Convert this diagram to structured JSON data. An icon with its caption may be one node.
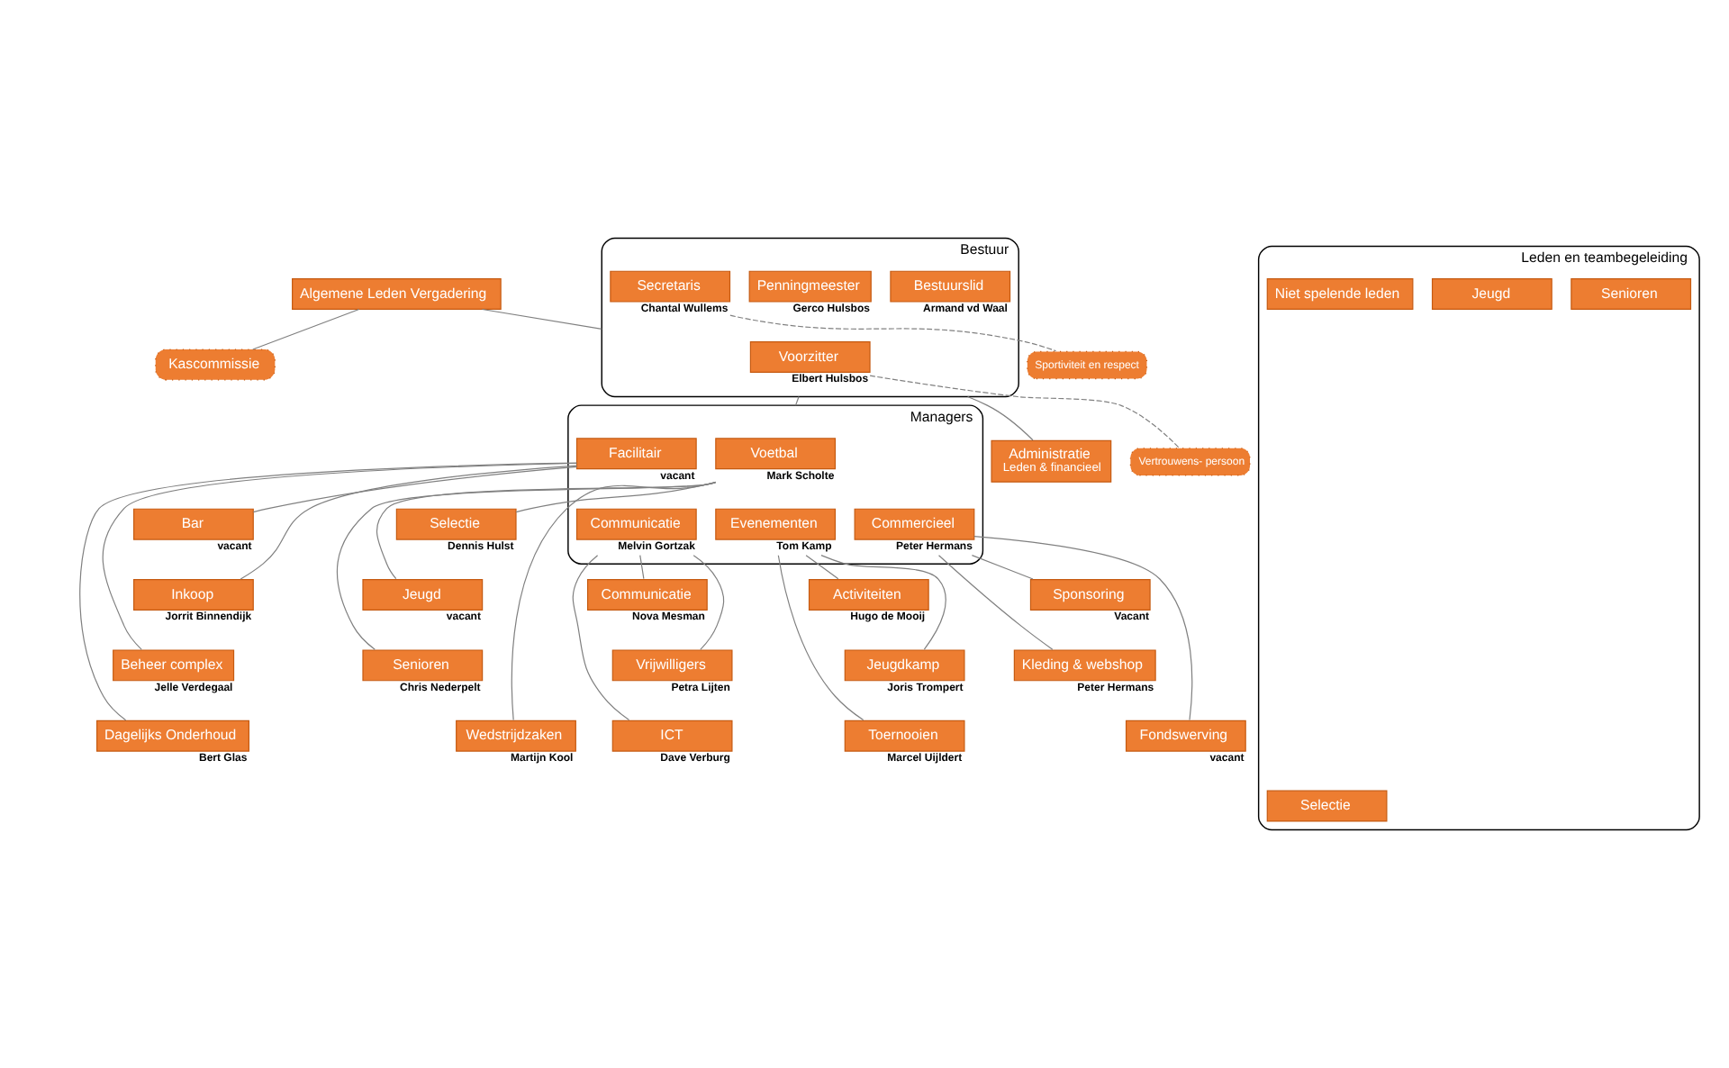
{
  "diagram": {
    "nodes": [
      {
        "text": [
          "Algemene Leden Vergadering"
        ]
      },
      {
        "text": [
          "Kascommissie"
        ]
      },
      {
        "text": [
          "Bestuur"
        ]
      },
      {
        "text": [
          "Bestuurslid"
        ],
        "in": 2,
        "beside": [
          "Armand vd Waal"
        ]
      },
      {
        "text": [
          "Penningmeester"
        ],
        "in": 2,
        "beside": [
          "Gerco Hulsbos"
        ]
      },
      {
        "text": [
          "Voorzitter"
        ],
        "in": 2,
        "beside": [
          "Elbert Hulsbos"
        ]
      },
      {
        "text": [
          "Secretaris"
        ],
        "in": 2,
        "beside": [
          "Chantal Wullems"
        ]
      },
      {
        "text": [
          "Administratie",
          "Leden & financieel"
        ]
      },
      {
        "text": [
          "Vertrouwens- persoon"
        ]
      },
      {
        "text": [
          "Sportiviteit en respect"
        ]
      },
      {
        "text": [
          "Managers"
        ]
      },
      {
        "text": [
          "Communicatie"
        ],
        "in": 10,
        "beside": [
          "Melvin Gortzak"
        ]
      },
      {
        "text": [
          "Facilitair"
        ],
        "in": 10,
        "beside": [
          "vacant"
        ]
      },
      {
        "text": [
          "Voetbal"
        ],
        "in": 10,
        "beside": [
          "Mark Scholte"
        ]
      },
      {
        "text": [
          "Commercieel"
        ],
        "in": 10,
        "beside": [
          "Peter Hermans"
        ]
      },
      {
        "text": [
          "Evenementen"
        ],
        "in": 10,
        "beside": [
          "Tom Kamp"
        ]
      },
      {
        "text": [
          "Communicatie"
        ],
        "beside": [
          "Nova Mesman"
        ]
      },
      {
        "text": [
          "Vrijwilligers"
        ],
        "beside": [
          "Petra Lijten"
        ]
      },
      {
        "text": [
          "ICT"
        ],
        "beside": [
          "Dave Verburg"
        ]
      },
      {
        "text": [
          "Bar"
        ],
        "beside": [
          "vacant"
        ]
      },
      {
        "text": [
          "Inkoop"
        ],
        "beside": [
          "Jorrit Binnendijk"
        ]
      },
      {
        "text": [
          "Beheer complex"
        ],
        "beside": [
          "Jelle Verdegaal"
        ]
      },
      {
        "text": [
          "Dagelijks Onderhoud"
        ],
        "beside": [
          "Bert Glas"
        ]
      },
      {
        "text": [
          "Selectie"
        ],
        "beside": [
          "Dennis Hulst"
        ]
      },
      {
        "text": [
          "Jeugd"
        ],
        "beside": [
          "vacant"
        ]
      },
      {
        "text": [
          "Senioren"
        ],
        "beside": [
          "Chris Nederpelt"
        ]
      },
      {
        "text": [
          "Wedstrijdzaken"
        ],
        "beside": [
          "Martijn Kool"
        ]
      },
      {
        "text": [
          "Sponsoring"
        ],
        "beside": [
          "Vacant"
        ]
      },
      {
        "text": [
          "Kleding & webshop"
        ],
        "beside": [
          "Peter Hermans"
        ]
      },
      {
        "text": [
          "Fondswerving"
        ],
        "beside": [
          "vacant"
        ]
      },
      {
        "text": [
          "Activiteiten"
        ],
        "beside": [
          "Hugo de Mooij"
        ]
      },
      {
        "text": [
          "Jeugdkamp"
        ],
        "beside": [
          "Joris Trompert"
        ]
      },
      {
        "text": [
          "Toernooien"
        ],
        "beside": [
          "Marcel Uijldert"
        ]
      },
      {
        "text": [
          "Leden en teambegeleiding"
        ]
      },
      {
        "text": [
          "Selectie"
        ],
        "in": 33
      },
      {
        "text": [
          "Senioren"
        ],
        "in": 33
      },
      {
        "text": [
          "Jeugd"
        ],
        "in": 33
      },
      {
        "text": [
          "Niet spelende leden"
        ],
        "in": 33
      }
    ],
    "edges": [
      {
        "from": 0,
        "to": 2,
        "arrow": "none"
      },
      {
        "from": 0,
        "to": 1,
        "arrow": "none"
      },
      {
        "from": 2,
        "to": 7,
        "arrow": "none"
      },
      {
        "from": 2,
        "to": 10,
        "arrow": "none"
      },
      {
        "from": 5,
        "to": 8,
        "arrow": "none",
        "style": "dashed"
      },
      {
        "from": 6,
        "to": 9,
        "arrow": "none",
        "style": "dashed"
      },
      {
        "from": 11,
        "to": 16,
        "arrow": "none"
      },
      {
        "from": 11,
        "to": 17,
        "arrow": "none"
      },
      {
        "from": 11,
        "to": 18,
        "arrow": "none"
      },
      {
        "from": 12,
        "to": 19,
        "arrow": "none"
      },
      {
        "from": 12,
        "to": 20,
        "arrow": "none"
      },
      {
        "from": 12,
        "to": 21,
        "arrow": "none"
      },
      {
        "from": 12,
        "to": 22,
        "arrow": "none"
      },
      {
        "from": 13,
        "to": 23,
        "arrow": "none"
      },
      {
        "from": 13,
        "to": 24,
        "arrow": "none"
      },
      {
        "from": 13,
        "to": 25,
        "arrow": "none"
      },
      {
        "from": 13,
        "to": 26,
        "arrow": "none"
      },
      {
        "from": 14,
        "to": 27,
        "arrow": "none"
      },
      {
        "from": 14,
        "to": 28,
        "arrow": "none"
      },
      {
        "from": 14,
        "to": 29,
        "arrow": "none"
      },
      {
        "from": 15,
        "to": 30,
        "arrow": "none"
      },
      {
        "from": 15,
        "to": 31,
        "arrow": "none"
      },
      {
        "from": 15,
        "to": 32,
        "arrow": "none"
      }
    ]
  }
}
